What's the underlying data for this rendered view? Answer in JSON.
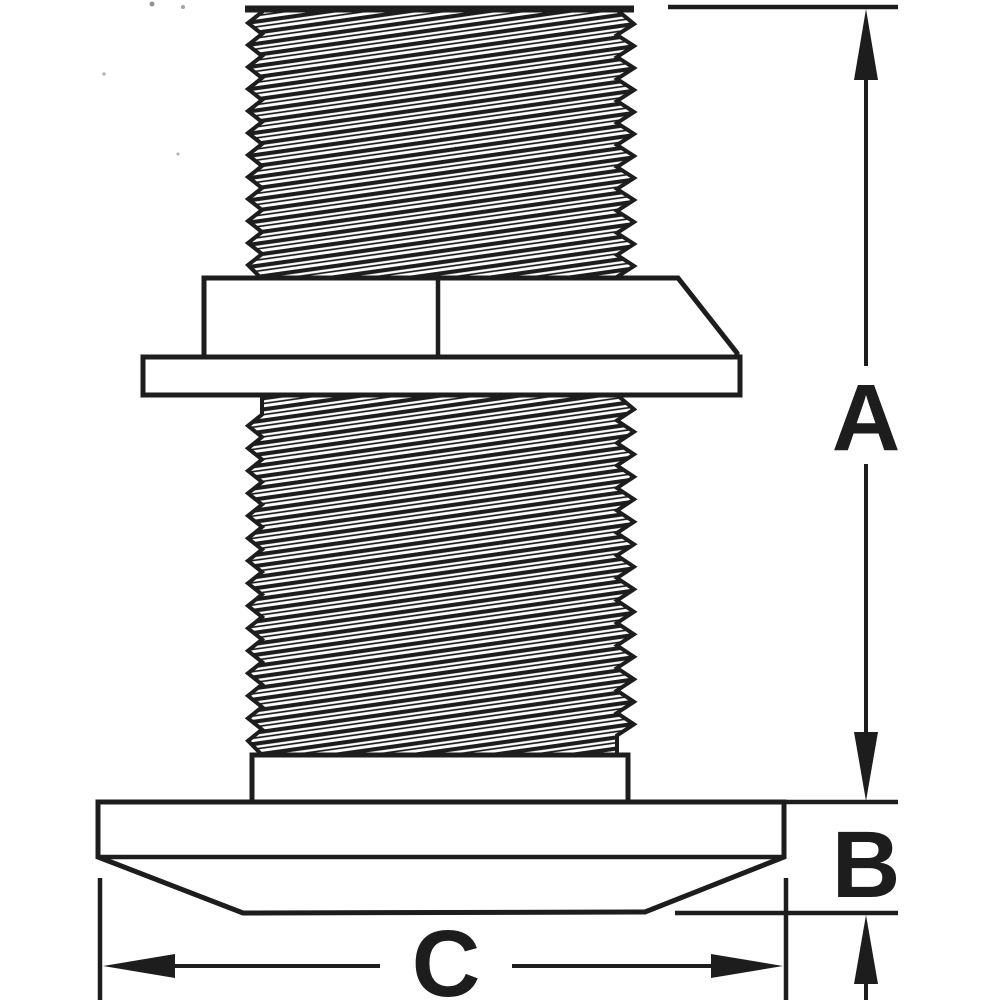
{
  "drawing": {
    "background_color": "#ffffff",
    "ink_color": "#1d1d1d",
    "dimension_labels": {
      "a": "A",
      "b": "B",
      "c": "C"
    }
  }
}
